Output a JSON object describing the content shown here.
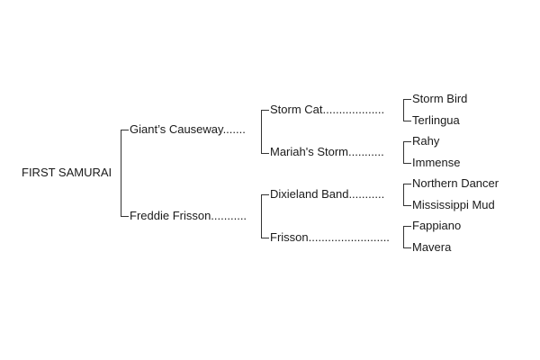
{
  "subject": "FIRST SAMURAI",
  "sire": {
    "name": "Giant’s Causeway.......",
    "sire": {
      "name": "Storm Cat...................",
      "sire": "Storm Bird",
      "dam": "Terlingua"
    },
    "dam": {
      "name": "Mariah's Storm...........",
      "sire": "Rahy",
      "dam": "Immense"
    }
  },
  "dam": {
    "name": "Freddie Frisson...........",
    "sire": {
      "name": "Dixieland Band...........",
      "sire": "Northern Dancer",
      "dam": "Mississippi Mud"
    },
    "dam": {
      "name": "Frisson.........................",
      "sire": "Fappiano",
      "dam": "Mavera"
    }
  }
}
